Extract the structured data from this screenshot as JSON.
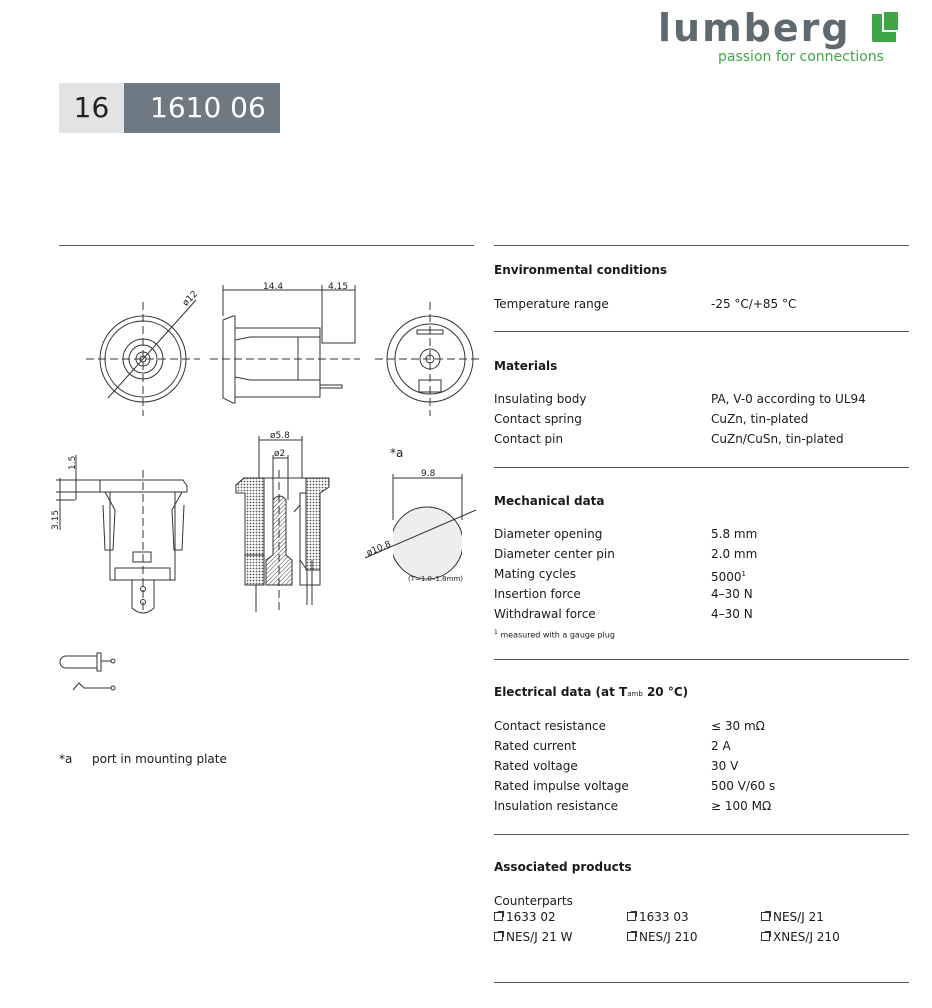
{
  "logo": {
    "word": "Lumberg",
    "tagline": "passion for connections",
    "brand_gray": "#5f6a70",
    "brand_green": "#3fa648"
  },
  "header": {
    "series": "16",
    "part_number": "1610 06",
    "series_bg": "#e1e3e5",
    "part_bg": "#6d7a83"
  },
  "drawing": {
    "dims": {
      "d12": "ø12",
      "len": "14.4",
      "rear": "4.15",
      "h15": "1.5",
      "h315": "3.15",
      "d58": "ø5.8",
      "d2": "ø2",
      "cut_label": "*a",
      "w98": "9.8",
      "d108": "ø10.8",
      "thickness": "(T=1.0–1.8mm)"
    },
    "footnote_mark": "*a",
    "footnote_text": "port in mounting plate"
  },
  "environmental": {
    "title": "Environmental conditions",
    "rows": [
      {
        "k": "Temperature range",
        "v": "-25 °C/+85 °C"
      }
    ]
  },
  "materials": {
    "title": "Materials",
    "rows": [
      {
        "k": "Insulating body",
        "v": "PA, V-0 according to UL94"
      },
      {
        "k": "Contact spring",
        "v": "CuZn, tin-plated"
      },
      {
        "k": "Contact pin",
        "v": "CuZn/CuSn, tin-plated"
      }
    ]
  },
  "mechanical": {
    "title": "Mechanical data",
    "rows": [
      {
        "k": "Diameter opening",
        "v": "5.8 mm"
      },
      {
        "k": "Diameter center pin",
        "v": "2.0 mm"
      },
      {
        "k": "Mating cycles",
        "v": "5000",
        "sup": "1"
      },
      {
        "k": "Insertion force",
        "v": "4–30 N"
      },
      {
        "k": "Withdrawal force",
        "v": "4–30 N"
      }
    ],
    "note_sup": "1",
    "note": "measured with a gauge plug"
  },
  "electrical": {
    "title_pre": "Electrical data (at T",
    "title_sub": "amb",
    "title_post": " 20 °C)",
    "rows": [
      {
        "k": "Contact resistance",
        "v": "≤ 30 mΩ"
      },
      {
        "k": "Rated current",
        "v": "2 A"
      },
      {
        "k": "Rated voltage",
        "v": "30 V"
      },
      {
        "k": "Rated impulse voltage",
        "v": "500 V/60 s"
      },
      {
        "k": "Insulation resistance",
        "v": "≥ 100 MΩ"
      }
    ]
  },
  "associated": {
    "title": "Associated products",
    "subtitle": "Counterparts",
    "icon": "external-link-icon",
    "links": [
      "1633 02",
      "1633 03",
      "NES/J 21",
      "NES/J 21 W",
      "NES/J 210",
      "XNES/J 210"
    ]
  }
}
